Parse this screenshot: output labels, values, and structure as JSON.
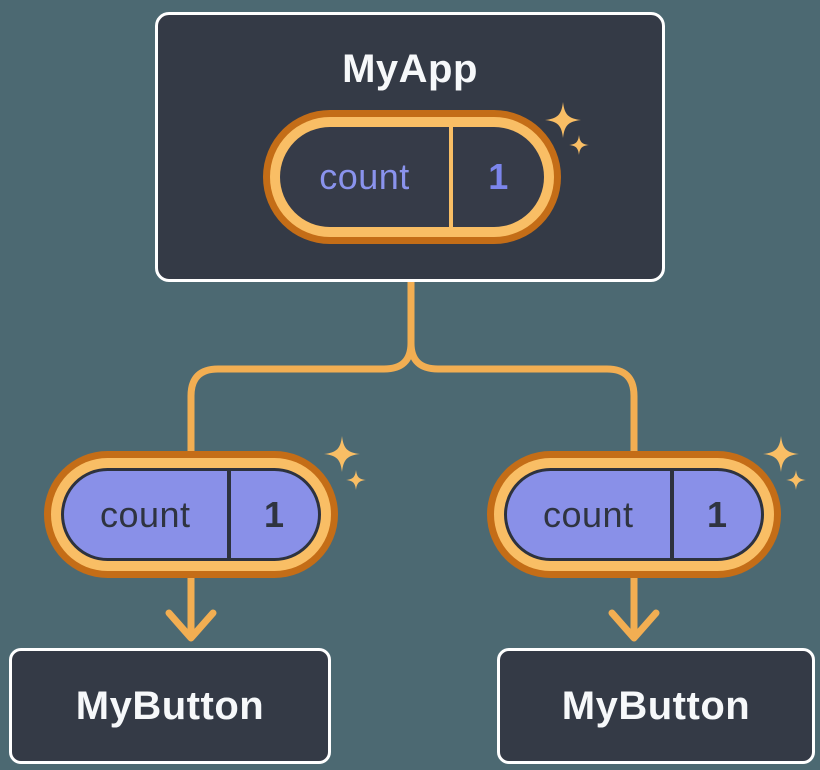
{
  "background_color": "#4C6972",
  "palette": {
    "node_fill": "#343A46",
    "node_border": "#FFFFFF",
    "node_text": "#F6F8FA",
    "pill_ring_outer": "#C46D17",
    "pill_ring_inner": "#F9BE65",
    "connector_line": "#F2AE52",
    "prop_pill_fill": "#8990E8",
    "prop_pill_text": "#2F3440",
    "state_pill_text": "#8A93ED",
    "sparkle": "#F9BE65"
  },
  "tree": {
    "root": {
      "title": "MyApp",
      "state": {
        "name": "count",
        "value": "1"
      }
    },
    "children": [
      {
        "title": "MyButton",
        "prop": {
          "name": "count",
          "value": "1"
        }
      },
      {
        "title": "MyButton",
        "prop": {
          "name": "count",
          "value": "1"
        }
      }
    ]
  }
}
